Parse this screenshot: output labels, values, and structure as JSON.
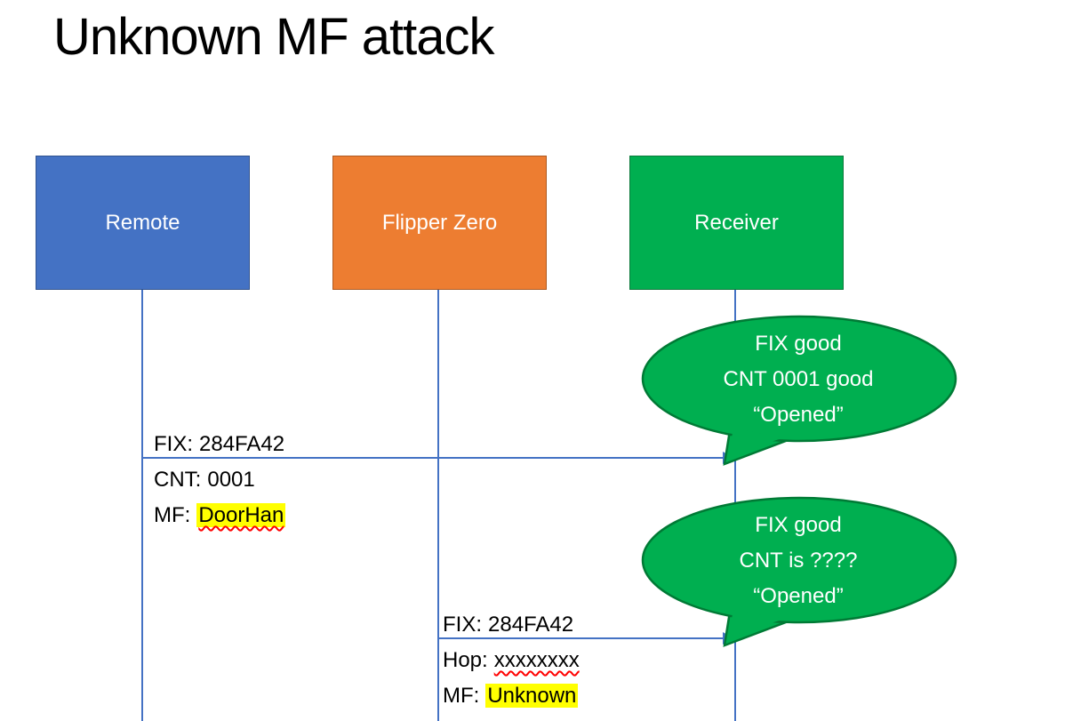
{
  "title": "Unknown MF attack",
  "colors": {
    "remote_fill": "#4472C4",
    "remote_border": "#2F528F",
    "flipper_fill": "#ED7D31",
    "flipper_border": "#AE5A21",
    "receiver_fill": "#00AF50",
    "receiver_border": "#0B7A3B",
    "callout_fill": "#00AF50",
    "callout_border": "#007A35",
    "connector": "#4472C4",
    "highlight": "#FFFF00",
    "spellcheck_underline": "#FF0000"
  },
  "actors": [
    {
      "label": "Remote"
    },
    {
      "label": "Flipper Zero"
    },
    {
      "label": "Receiver"
    }
  ],
  "messages": [
    {
      "line1_label": "FIX:",
      "line1_value": "284FA42",
      "line2_label": "CNT:",
      "line2_value": "0001",
      "line3_label": "MF:",
      "line3_value": "DoorHan"
    },
    {
      "line1_label": "FIX:",
      "line1_value": "284FA42",
      "line2_label": "Hop:",
      "line2_value": "xxxxxxxx",
      "line3_label": "MF:",
      "line3_value": "Unknown"
    }
  ],
  "callouts": [
    {
      "line1": "FIX good",
      "line2": "CNT 0001 good",
      "line3": "“Opened”"
    },
    {
      "line1": "FIX good",
      "line2": "CNT is ????",
      "line3": "“Opened”"
    }
  ]
}
